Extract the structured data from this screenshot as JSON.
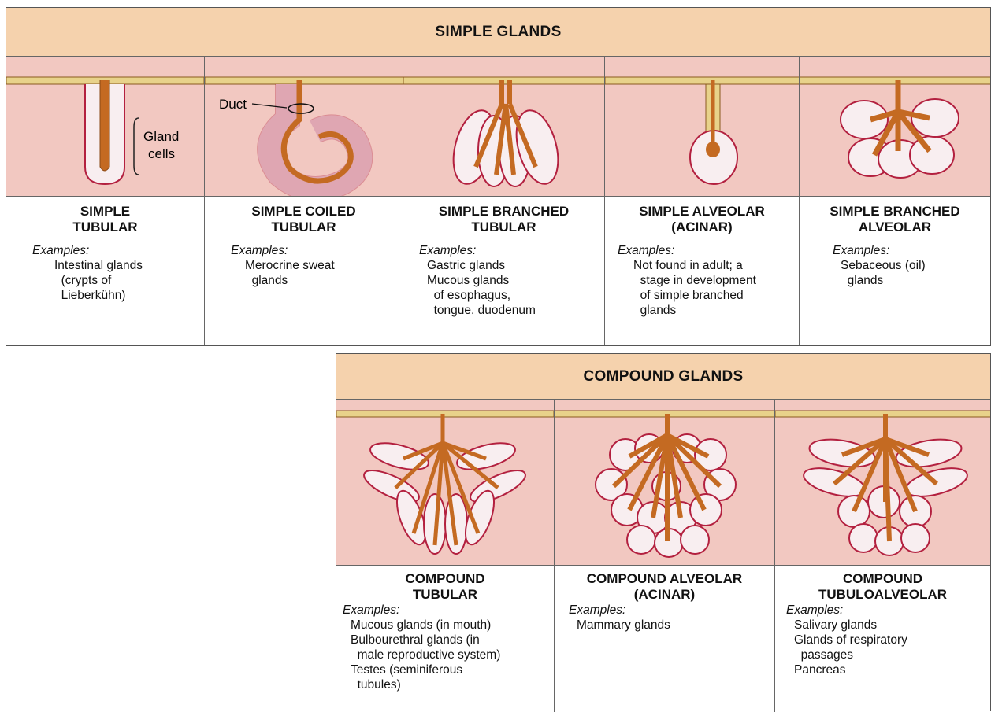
{
  "colors": {
    "header_bg": "#f5d2ad",
    "tissue_bg": "#f2c8c1",
    "duct": "#c46a22",
    "cell_outline": "#b3203f",
    "cell_fill": "#f8eef0",
    "epithelium": "#e8d28a"
  },
  "simple": {
    "header": "SIMPLE GLANDS",
    "duct_label": "Duct",
    "gland_cells_label_1": "Gland",
    "gland_cells_label_2": "cells",
    "glands": [
      {
        "title_1": "SIMPLE",
        "title_2": "TUBULAR",
        "examples_label": "Examples:",
        "lines": [
          "Intestinal glands",
          "  (crypts of",
          "  Lieberkühn)"
        ]
      },
      {
        "title_1": "SIMPLE COILED",
        "title_2": "TUBULAR",
        "examples_label": "Examples:",
        "lines": [
          "Merocrine sweat",
          "  glands"
        ]
      },
      {
        "title_1": "SIMPLE BRANCHED",
        "title_2": "TUBULAR",
        "examples_label": "Examples:",
        "lines": [
          "Gastric glands",
          "Mucous glands",
          "  of esophagus,",
          "  tongue, duodenum"
        ]
      },
      {
        "title_1": "SIMPLE ALVEOLAR",
        "title_2": "(ACINAR)",
        "examples_label": "Examples:",
        "lines": [
          "Not found in adult; a",
          "  stage in development",
          "  of simple branched",
          "  glands"
        ]
      },
      {
        "title_1": "SIMPLE BRANCHED",
        "title_2": "ALVEOLAR",
        "examples_label": "Examples:",
        "lines": [
          "Sebaceous (oil)",
          "  glands"
        ]
      }
    ]
  },
  "compound": {
    "header": "COMPOUND GLANDS",
    "glands": [
      {
        "title_1": "COMPOUND",
        "title_2": "TUBULAR",
        "examples_label": "Examples:",
        "lines": [
          "Mucous glands (in mouth)",
          "Bulbourethral glands (in",
          "  male reproductive system)",
          "Testes (seminiferous",
          "  tubules)"
        ]
      },
      {
        "title_1": "COMPOUND ALVEOLAR",
        "title_2": "(ACINAR)",
        "examples_label": "Examples:",
        "lines": [
          "Mammary glands"
        ]
      },
      {
        "title_1": "COMPOUND",
        "title_2": "TUBULOALVEOLAR",
        "examples_label": "Examples:",
        "lines": [
          "Salivary glands",
          "Glands of respiratory",
          "  passages",
          "Pancreas"
        ]
      }
    ]
  }
}
